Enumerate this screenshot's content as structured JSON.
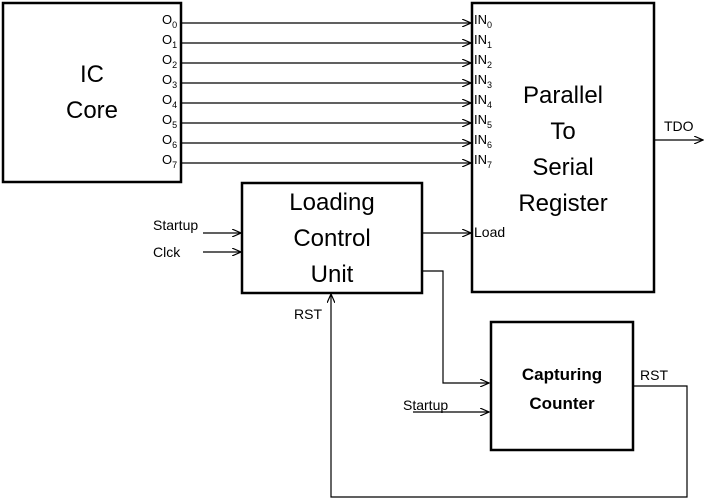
{
  "ic_core": {
    "line1": "IC",
    "line2": "Core"
  },
  "outputs": [
    {
      "base": "O",
      "sub": "0"
    },
    {
      "base": "O",
      "sub": "1"
    },
    {
      "base": "O",
      "sub": "2"
    },
    {
      "base": "O",
      "sub": "3"
    },
    {
      "base": "O",
      "sub": "4"
    },
    {
      "base": "O",
      "sub": "5"
    },
    {
      "base": "O",
      "sub": "6"
    },
    {
      "base": "O",
      "sub": "7"
    }
  ],
  "inputs": [
    {
      "base": "IN",
      "sub": "0"
    },
    {
      "base": "IN",
      "sub": "1"
    },
    {
      "base": "IN",
      "sub": "2"
    },
    {
      "base": "IN",
      "sub": "3"
    },
    {
      "base": "IN",
      "sub": "4"
    },
    {
      "base": "IN",
      "sub": "5"
    },
    {
      "base": "IN",
      "sub": "6"
    },
    {
      "base": "IN",
      "sub": "7"
    }
  ],
  "pts_register": {
    "line1": "Parallel",
    "line2": "To",
    "line3": "Serial",
    "line4": "Register",
    "load_label": "Load"
  },
  "tdo_label": "TDO",
  "loading_control": {
    "line1": "Loading",
    "line2": "Control",
    "line3": "Unit",
    "startup_label": "Startup",
    "clck_label": "Clck",
    "rst_label": "RST"
  },
  "capturing_counter": {
    "line1": "Capturing",
    "line2": "Counter",
    "startup_label": "Startup",
    "rst_label": "RST"
  }
}
